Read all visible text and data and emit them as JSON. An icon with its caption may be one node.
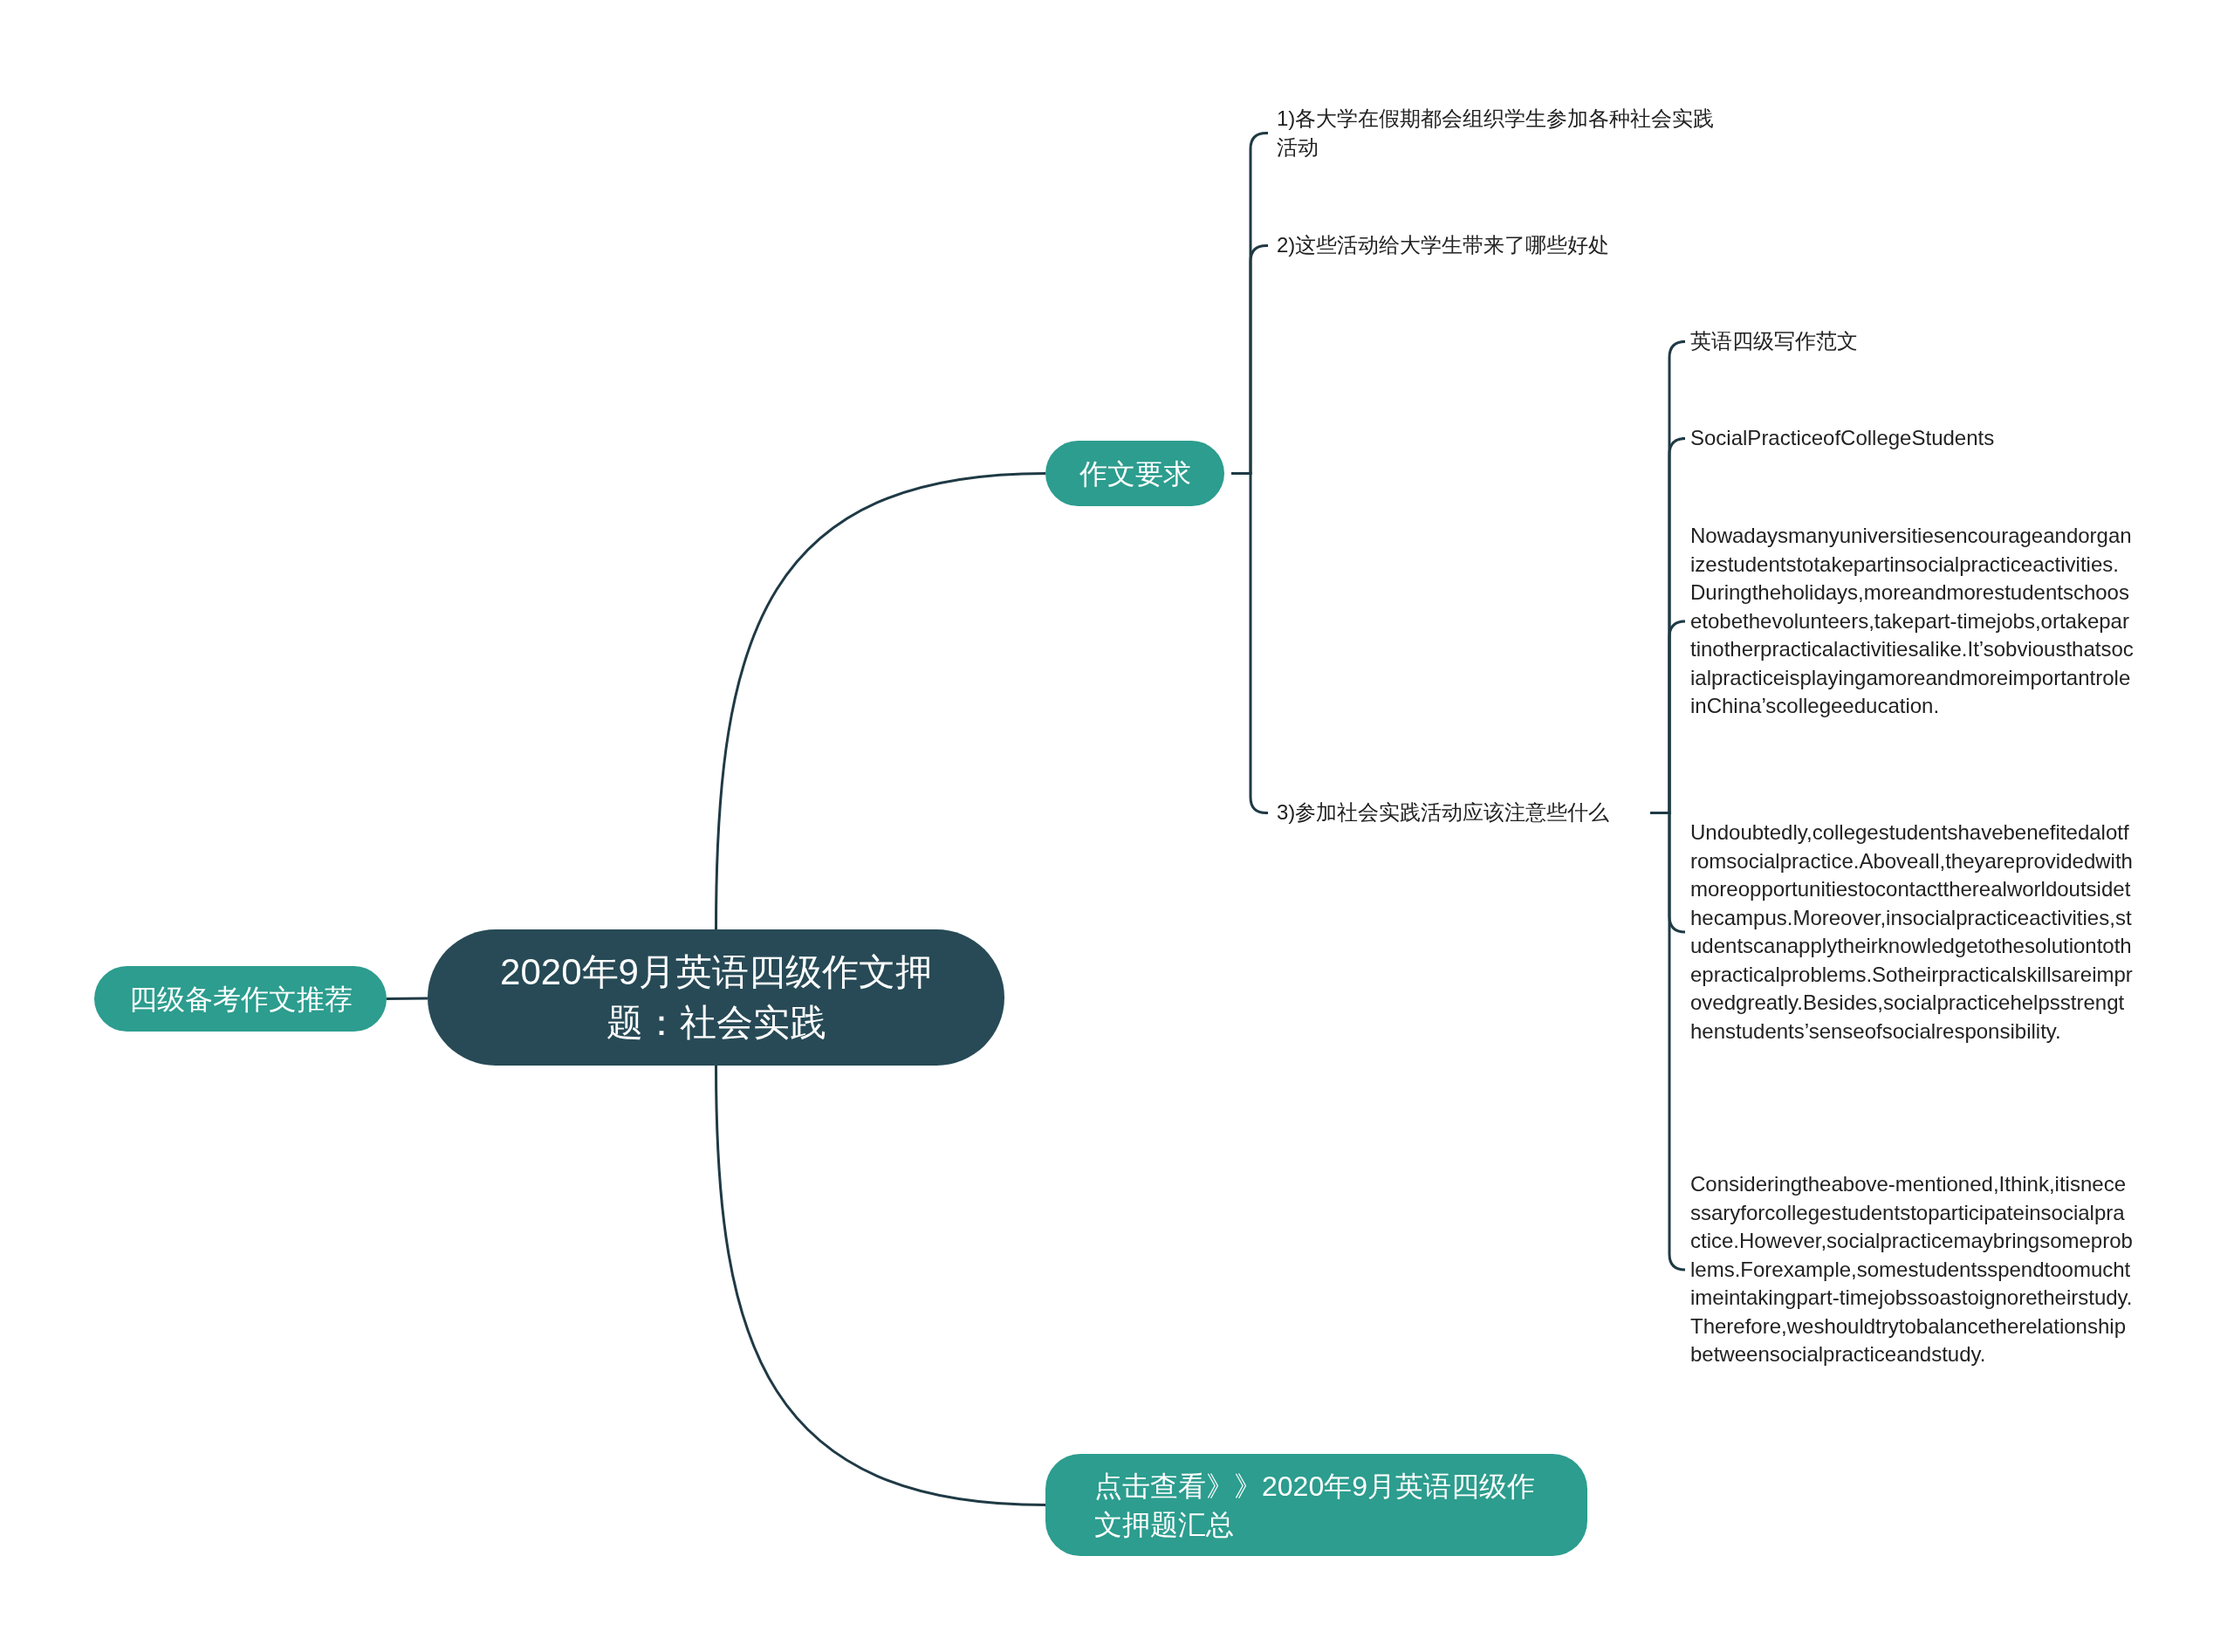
{
  "diagram": {
    "nodes": [
      {
        "text": [
          "2020年9月英语四级作文押题：社会实践"
        ]
      },
      {
        "text": [
          "作文要求"
        ]
      },
      {
        "text": [
          "1)各大学在假期都会组织学生参加各种社会实践活动"
        ]
      },
      {
        "text": [
          "2)这些活动给大学生带来了哪些好处"
        ]
      },
      {
        "text": [
          "3)参加社会实践活动应该注意些什么"
        ]
      },
      {
        "text": [
          "英语四级写作范文"
        ]
      },
      {
        "text": [
          "SocialPracticeofCollegeStudents"
        ]
      },
      {
        "text": [
          "Nowadaysmanyuniversitiesencourageandorganizestudentstotakepartinsocialpracticeactivities.Duringtheholidays,moreandmorestudentschoosetobethevolunteers,takepart-timejobs,ortakepartinotherpracticalactivitiesalike.It’sobviousthatsocialpracticeisplayingamoreandmoreimportantroleinChina’scollegeeducation."
        ]
      },
      {
        "text": [
          "Undoubtedly,collegestudentshavebenefitedalotfromsocialpractice.Aboveall,theyareprovidedwithmoreopportunitiestocontacttherealworldoutsidethecampus.Moreover,insocialpracticeactivities,studentscanapplytheirknowledgetothesolutiontothepracticalproblems.Sotheirpracticalskillsareimprovedgreatly.Besides,socialpracticehelpsstrengthenstudents’senseofsocialresponsibility."
        ]
      },
      {
        "text": [
          "Consideringtheabove-mentioned,Ithink,itisnecessaryforcollegestudentstoparticipateinsocialpractice.However,socialpracticemaybringsomeproblems.Forexample,somestudentsspendtoomuchtimeintakingpart-timejobssoastoignoretheirstudy.Therefore,weshouldtrytobalancetherelationshipbetweensocialpracticeandstudy."
        ]
      },
      {
        "text": [
          "四级备考作文推荐"
        ]
      },
      {
        "text": [
          "点击查看》》2020年9月英语四级作文押题汇总"
        ]
      }
    ],
    "edges": [
      {
        "from": 0,
        "to": 1,
        "arrow": "none"
      },
      {
        "from": 1,
        "to": 2,
        "arrow": "none"
      },
      {
        "from": 1,
        "to": 3,
        "arrow": "none"
      },
      {
        "from": 1,
        "to": 4,
        "arrow": "none"
      },
      {
        "from": 4,
        "to": 5,
        "arrow": "none"
      },
      {
        "from": 4,
        "to": 6,
        "arrow": "none"
      },
      {
        "from": 4,
        "to": 7,
        "arrow": "none"
      },
      {
        "from": 4,
        "to": 8,
        "arrow": "none"
      },
      {
        "from": 4,
        "to": 9,
        "arrow": "none"
      },
      {
        "from": 0,
        "to": 10,
        "arrow": "none"
      },
      {
        "from": 0,
        "to": 11,
        "arrow": "none"
      }
    ]
  }
}
